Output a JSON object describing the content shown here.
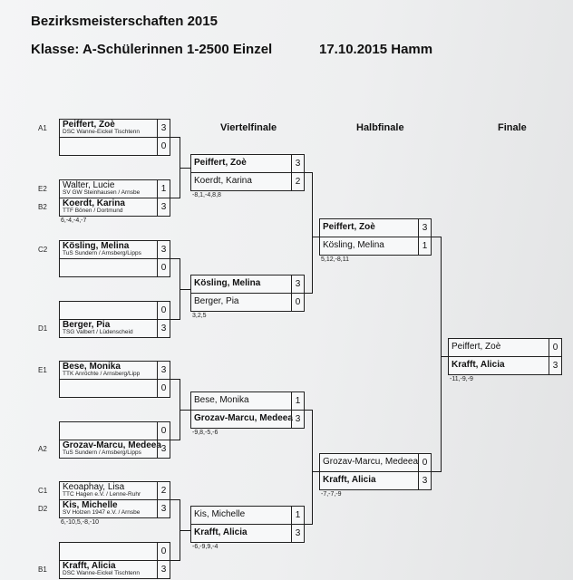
{
  "header": {
    "line1": "Bezirksmeisterschaften 2015",
    "line2": "Klasse: A-Schülerinnen 1-2500 Einzel",
    "line3": "17.10.2015 Hamm"
  },
  "rounds": [
    "Viertelfinale",
    "Halbfinale",
    "Finale"
  ],
  "first_round": [
    {
      "seed": "A1",
      "name": "Peiffert, Zoè",
      "club": "DSC Wanne-Eickel Tischtenn",
      "score": "3",
      "bold": true
    },
    {
      "seed": "",
      "name": "",
      "club": "",
      "score": "0",
      "bold": false
    },
    {
      "seed": "E2",
      "name": "Walter, Lucie",
      "club": "SV GW Steinhausen / Arnsbe",
      "score": "1",
      "bold": false
    },
    {
      "seed": "B2",
      "name": "Koerdt, Karina",
      "club": "TTF Bönen / Dortmund",
      "score": "3",
      "bold": true
    },
    {
      "seed": "C2",
      "name": "Kösling, Melina",
      "club": "TuS Sundern / Arnsberg/Lipps",
      "score": "3",
      "bold": true
    },
    {
      "seed": "",
      "name": "",
      "club": "",
      "score": "0",
      "bold": false
    },
    {
      "seed": "",
      "name": "",
      "club": "",
      "score": "0",
      "bold": false
    },
    {
      "seed": "D1",
      "name": "Berger, Pia",
      "club": "TSG Valbert / Lüdenscheid",
      "score": "3",
      "bold": true
    },
    {
      "seed": "E1",
      "name": "Bese, Monika",
      "club": "TTK Anröchte / Arnsberg/Lipp",
      "score": "3",
      "bold": true
    },
    {
      "seed": "",
      "name": "",
      "club": "",
      "score": "0",
      "bold": false
    },
    {
      "seed": "",
      "name": "",
      "club": "",
      "score": "0",
      "bold": false
    },
    {
      "seed": "A2",
      "name": "Grozav-Marcu, Medeea",
      "club": "TuS Sundern / Arnsberg/Lipps",
      "score": "3",
      "bold": true
    },
    {
      "seed": "C1",
      "name": "Keoaphay, Lisa",
      "club": "TTC Hagen e.V. / Lenne-Ruhr",
      "score": "2",
      "bold": false
    },
    {
      "seed": "D2",
      "name": "Kis, Michelle",
      "club": "SV Holzen 1947 e.V. / Arnsbe",
      "score": "3",
      "bold": true
    },
    {
      "seed": "",
      "name": "",
      "club": "",
      "score": "0",
      "bold": false
    },
    {
      "seed": "B1",
      "name": "Krafft, Alicia",
      "club": "DSC Wanne-Eickel Tischtenn",
      "score": "3",
      "bold": true
    }
  ],
  "first_round_results": [
    "6,-4,-4,-7",
    "6,-10,5,-8,-10"
  ],
  "quarterfinals": [
    {
      "p1": "Peiffert, Zoè",
      "s1": "3",
      "b1": true,
      "p2": "Koerdt, Karina",
      "s2": "2",
      "b2": false,
      "result": "-8,1,-4,8,8"
    },
    {
      "p1": "Kösling, Melina",
      "s1": "3",
      "b1": true,
      "p2": "Berger, Pia",
      "s2": "0",
      "b2": false,
      "result": "3,2,5"
    },
    {
      "p1": "Bese, Monika",
      "s1": "1",
      "b1": false,
      "p2": "Grozav-Marcu, Medeea",
      "s2": "3",
      "b2": true,
      "result": "-9,8,-5,-6"
    },
    {
      "p1": "Kis, Michelle",
      "s1": "1",
      "b1": false,
      "p2": "Krafft, Alicia",
      "s2": "3",
      "b2": true,
      "result": "-6,-9,9,-4"
    }
  ],
  "semifinals": [
    {
      "p1": "Peiffert, Zoè",
      "s1": "3",
      "b1": true,
      "p2": "Kösling, Melina",
      "s2": "1",
      "b2": false,
      "result": "5,12,-8,11"
    },
    {
      "p1": "Grozav-Marcu, Medeea",
      "s1": "0",
      "b1": false,
      "p2": "Krafft, Alicia",
      "s2": "3",
      "b2": true,
      "result": "-7,-7,-9"
    }
  ],
  "final": {
    "p1": "Peiffert, Zoè",
    "s1": "0",
    "b1": false,
    "p2": "Krafft, Alicia",
    "s2": "3",
    "b2": true,
    "result": "-11,-9,-9"
  }
}
